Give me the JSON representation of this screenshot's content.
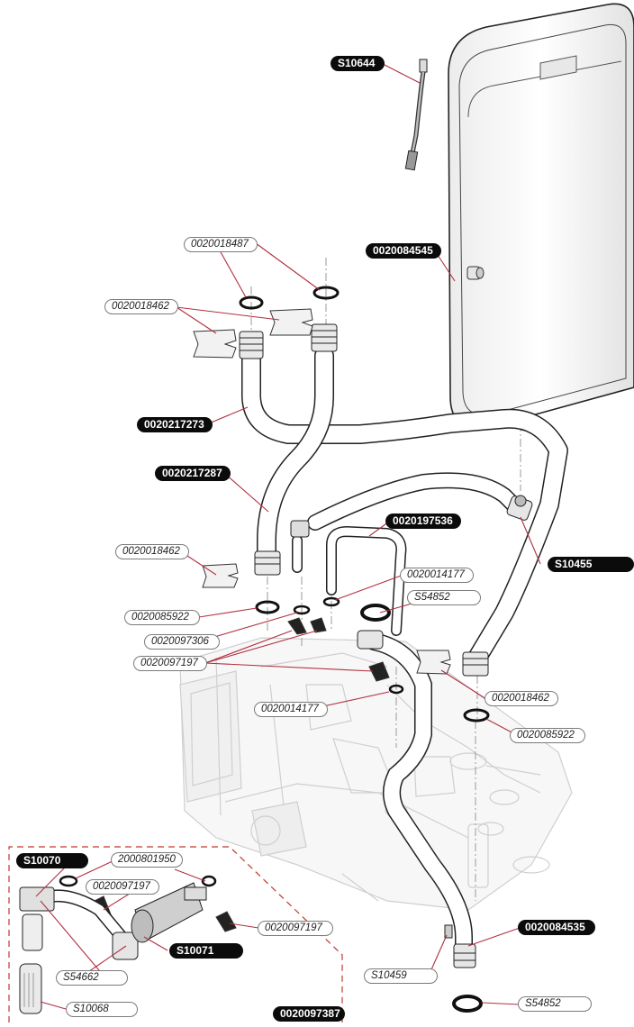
{
  "parts": {
    "s10644": "S10644",
    "p0020084545": "0020084545",
    "p0020018487": "0020018487",
    "p0020018462_top": "0020018462",
    "p0020217273": "0020217273",
    "p0020217287": "0020217287",
    "p0020197536": "0020197536",
    "p0020018462_mid": "0020018462",
    "p0020014177_upper": "0020014177",
    "s54852_upper": "S54852",
    "s10455": "S10455",
    "p0020085922_left": "0020085922",
    "p0020097306": "0020097306",
    "p0020097197_mid": "0020097197",
    "p0020014177_lower": "0020014177",
    "p0020018462_right": "0020018462",
    "p0020085922_right": "0020085922",
    "s10070": "S10070",
    "p2000801950": "2000801950",
    "p0020097197_box_left": "0020097197",
    "p0020097197_box_right": "0020097197",
    "s10071": "S10071",
    "s54662": "S54662",
    "s10068": "S10068",
    "p0020097387": "0020097387",
    "p0020084535": "0020084535",
    "s10459": "S10459",
    "s54852_lower": "S54852"
  }
}
